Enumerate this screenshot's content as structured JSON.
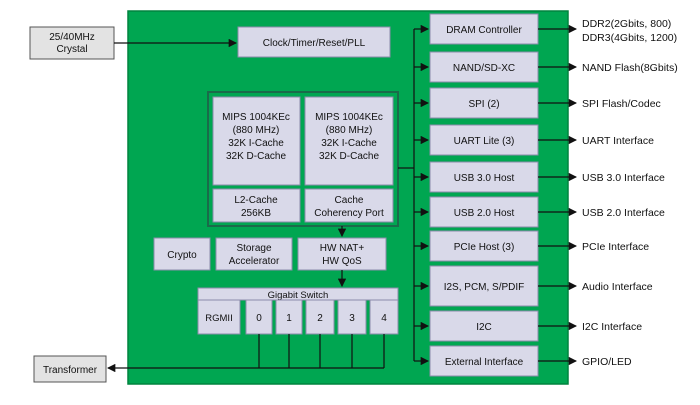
{
  "colors": {
    "board_fill": "#00a651",
    "board_border": "#00843f",
    "block_fill": "#d9d9e9",
    "block_border": "#8c8caa",
    "cpu_border": "#1a6b4a",
    "ext_box_fill": "#e3e3e3",
    "line": "#111111"
  },
  "external": {
    "crystal": [
      "25/40MHz",
      "Crystal"
    ],
    "transformer": "Transformer"
  },
  "core": {
    "clock": "Clock/Timer/Reset/PLL",
    "cpu1": [
      "MIPS 1004KEc",
      "(880 MHz)",
      "32K I-Cache",
      "32K D-Cache"
    ],
    "cpu2": [
      "MIPS 1004KEc",
      "(880 MHz)",
      "32K I-Cache",
      "32K D-Cache"
    ],
    "l2": [
      "L2-Cache",
      "256KB"
    ],
    "coherency": [
      "Cache",
      "Coherency Port"
    ],
    "crypto": "Crypto",
    "storage": [
      "Storage",
      "Accelerator"
    ],
    "hwnat": [
      "HW NAT+",
      "HW QoS"
    ]
  },
  "switch": {
    "title": "Gigabit Switch",
    "ports": [
      "RGMII",
      "0",
      "1",
      "2",
      "3",
      "4"
    ]
  },
  "peripherals": [
    {
      "block": "DRAM Controller",
      "iface": [
        "DDR2(2Gbits, 800)",
        "DDR3(4Gbits, 1200)"
      ]
    },
    {
      "block": "NAND/SD-XC",
      "iface": [
        "NAND Flash(8Gbits)"
      ]
    },
    {
      "block": "SPI (2)",
      "iface": [
        "SPI Flash/Codec"
      ]
    },
    {
      "block": "UART Lite (3)",
      "iface": [
        "UART Interface"
      ]
    },
    {
      "block": "USB 3.0 Host",
      "iface": [
        "USB 3.0 Interface"
      ]
    },
    {
      "block": "USB 2.0 Host",
      "iface": [
        "USB 2.0 Interface"
      ]
    },
    {
      "block": "PCIe Host (3)",
      "iface": [
        "PCIe Interface"
      ]
    },
    {
      "block": "I2S, PCM, S/PDIF",
      "iface": [
        "Audio Interface"
      ]
    },
    {
      "block": "I2C",
      "iface": [
        "I2C Interface"
      ]
    },
    {
      "block": "External Interface",
      "iface": [
        "GPIO/LED"
      ]
    }
  ]
}
